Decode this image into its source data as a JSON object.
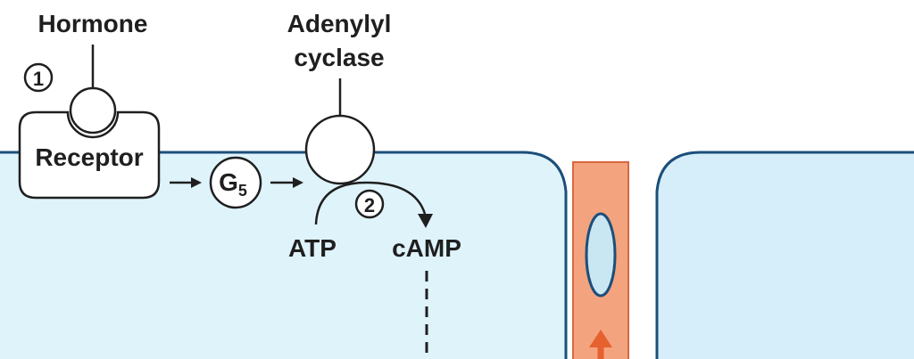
{
  "labels": {
    "hormone": "Hormone",
    "adenylyl_line1": "Adenylyl",
    "adenylyl_line2": "cyclase",
    "receptor": "Receptor",
    "g_protein": "G",
    "g_subscript": "5",
    "atp": "ATP",
    "camp": "cAMP",
    "step1": "1",
    "step2": "2"
  },
  "colors": {
    "cell_fill": "#dff3fb",
    "cell_fill_right": "#d6eefa",
    "membrane": "#1c4f7a",
    "channel_fill": "#f4a37f",
    "channel_stroke": "#d9683f",
    "vesicle_fill": "#c9e6f3",
    "vesicle_stroke": "#1c4f7a",
    "arrow_orange": "#e5622e",
    "ink": "#1f1f1f"
  }
}
